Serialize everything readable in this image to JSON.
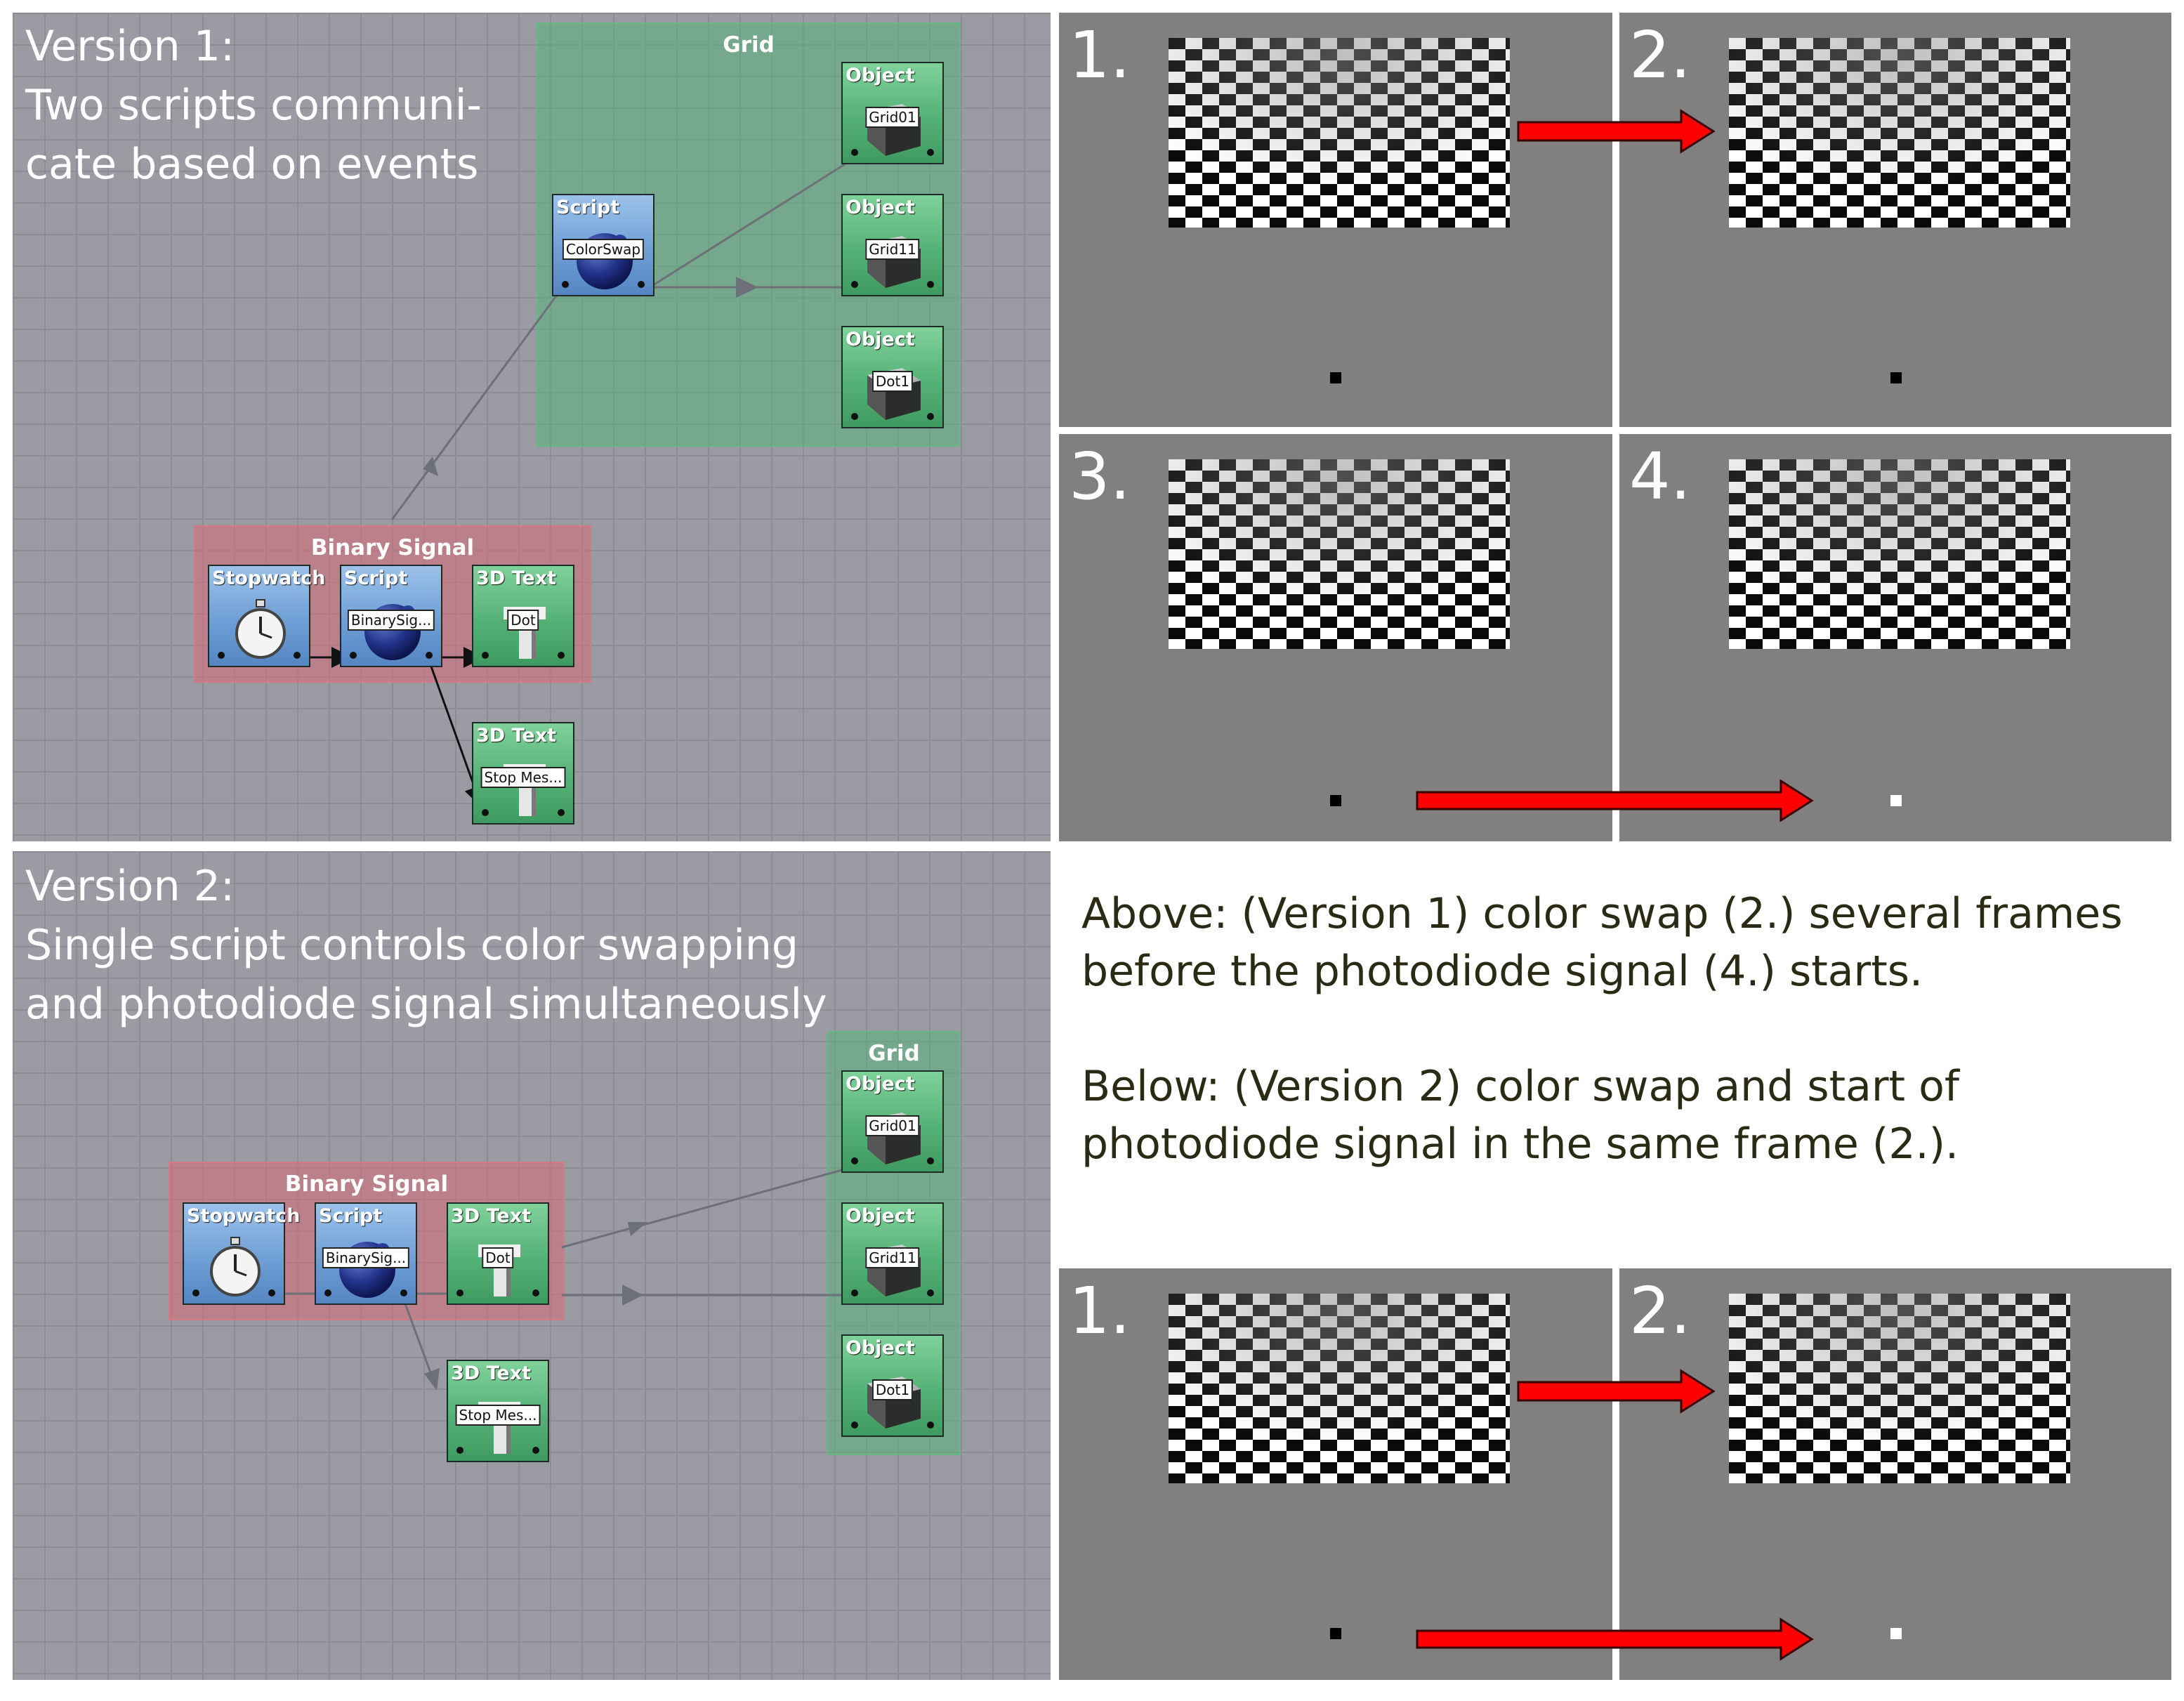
{
  "version1": {
    "title_line1": "Version 1:",
    "title_line2": "Two scripts communi-",
    "title_line3": "cate based on events",
    "grid_group_label": "Grid",
    "binary_group_label": "Binary Signal",
    "nodes": {
      "script_colorswap": {
        "type": "Script",
        "tag": "ColorSwap"
      },
      "object_grid01": {
        "type": "Object",
        "tag": "Grid01"
      },
      "object_grid11": {
        "type": "Object",
        "tag": "Grid11"
      },
      "object_dot1": {
        "type": "Object",
        "tag": "Dot1"
      },
      "stopwatch": {
        "type": "Stopwatch",
        "tag": ""
      },
      "script_binary": {
        "type": "Script",
        "tag": "BinarySig..."
      },
      "text_dot": {
        "type": "3D Text",
        "tag": "Dot"
      },
      "text_stop": {
        "type": "3D Text",
        "tag": "Stop Mes..."
      }
    }
  },
  "version2": {
    "title_line1": "Version 2:",
    "title_line2": "Single script controls color swapping",
    "title_line3": "and photodiode signal simultaneously",
    "grid_group_label": "Grid",
    "binary_group_label": "Binary Signal",
    "nodes": {
      "object_grid01": {
        "type": "Object",
        "tag": "Grid01"
      },
      "object_grid11": {
        "type": "Object",
        "tag": "Grid11"
      },
      "object_dot1": {
        "type": "Object",
        "tag": "Dot1"
      },
      "stopwatch": {
        "type": "Stopwatch",
        "tag": ""
      },
      "script_binary": {
        "type": "Script",
        "tag": "BinarySig..."
      },
      "text_dot": {
        "type": "3D Text",
        "tag": "Dot"
      },
      "text_stop": {
        "type": "3D Text",
        "tag": "Stop Mes..."
      }
    }
  },
  "frames": {
    "top": [
      {
        "label": "1.",
        "dot": "black"
      },
      {
        "label": "2.",
        "dot": "black"
      },
      {
        "label": "3.",
        "dot": "black"
      },
      {
        "label": "4.",
        "dot": "white"
      }
    ],
    "bottom": [
      {
        "label": "1.",
        "dot": "black"
      },
      {
        "label": "2.",
        "dot": "white"
      }
    ]
  },
  "caption": {
    "above": "Above: (Version 1) color swap (2.) several frames before the photodiode signal (4.) starts.",
    "below": "Below: (Version 2) color swap and start of photodiode signal in the same frame (2.)."
  },
  "colors": {
    "editor_background": "#9b9ba3",
    "grid_group": "#58b27c",
    "binary_group": "#ce707a",
    "scene_background": "#808080",
    "arrow": "#ff0000"
  },
  "icons": [
    "stopwatch-icon",
    "script-sphere-icon",
    "object-cube-icon",
    "3d-text-icon",
    "red-arrow-icon"
  ]
}
